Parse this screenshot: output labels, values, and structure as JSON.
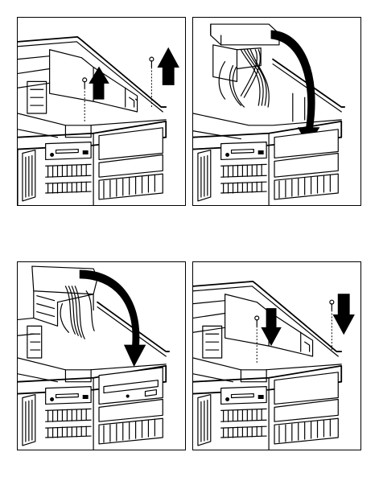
{
  "figure": {
    "panels": [
      {
        "id": "step-1",
        "action": "remove-screws-lift-bracket",
        "arrows": [
          "up-arrow",
          "up-arrow"
        ]
      },
      {
        "id": "step-2",
        "action": "swing-bracket-out",
        "arrows": [
          "curved-arrow"
        ]
      },
      {
        "id": "step-3",
        "action": "swing-bracket-back-with-drive",
        "arrows": [
          "curved-arrow"
        ]
      },
      {
        "id": "step-4",
        "action": "lower-bracket-insert-screws",
        "arrows": [
          "down-arrow",
          "down-arrow"
        ]
      }
    ],
    "colors": {
      "line": "#000000",
      "background": "#ffffff"
    }
  }
}
